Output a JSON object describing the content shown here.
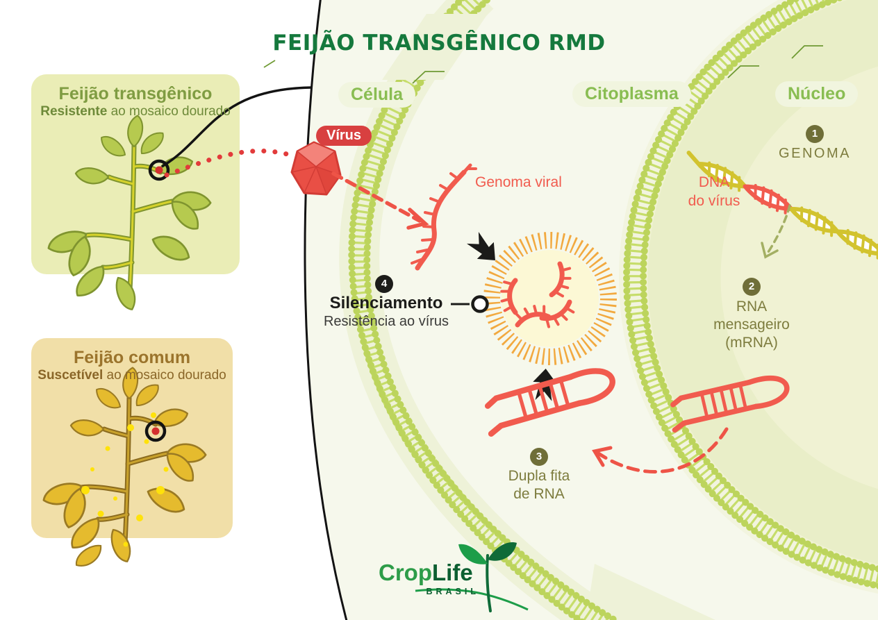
{
  "title": "FEIJÃO TRANSGÊNICO RMD",
  "region_labels": {
    "cell": "Célula",
    "cytoplasm": "Citoplasma",
    "nucleus": "Núcleo"
  },
  "virus_label": "Vírus",
  "annotations": {
    "viral_genome": "Genoma viral",
    "virus_dna": {
      "line1": "DNA",
      "line2": "do vírus"
    }
  },
  "boxes": {
    "transgenic": {
      "title": "Feijão transgênico",
      "subtitle_bold": "Resistente",
      "subtitle_rest": " ao mosaico dourado"
    },
    "common": {
      "title": "Feijão comum",
      "subtitle_bold": "Suscetível",
      "subtitle_rest": " ao mosaico dourado"
    }
  },
  "steps": [
    {
      "number": "1",
      "label": "GENOMA"
    },
    {
      "number": "2",
      "lines": [
        "RNA",
        "mensageiro",
        "(mRNA)"
      ]
    },
    {
      "number": "3",
      "lines": [
        "Dupla fita",
        "de RNA"
      ]
    },
    {
      "number": "4",
      "label": "Silenciamento",
      "sublabel": "Resistência ao vírus"
    }
  ],
  "logo": {
    "part1": "Crop",
    "part2": "Life",
    "country": "BRASIL"
  },
  "colors": {
    "title_green": "#15793d",
    "label_green": "#89bd52",
    "membrane_green": "#c6dd6a",
    "olive_text": "#7d7c3e",
    "red": "#f15b4e",
    "virus_badge_red": "#d84040",
    "orange_glow": "#f2a93f",
    "transgenic_box_bg": "#eaedb6",
    "common_box_bg": "#f1dfa8",
    "brown_text": "#9b742c",
    "black": "#1c1c1a",
    "logo_light_green": "#2d9c48",
    "logo_dark_green": "#0c5f31"
  }
}
